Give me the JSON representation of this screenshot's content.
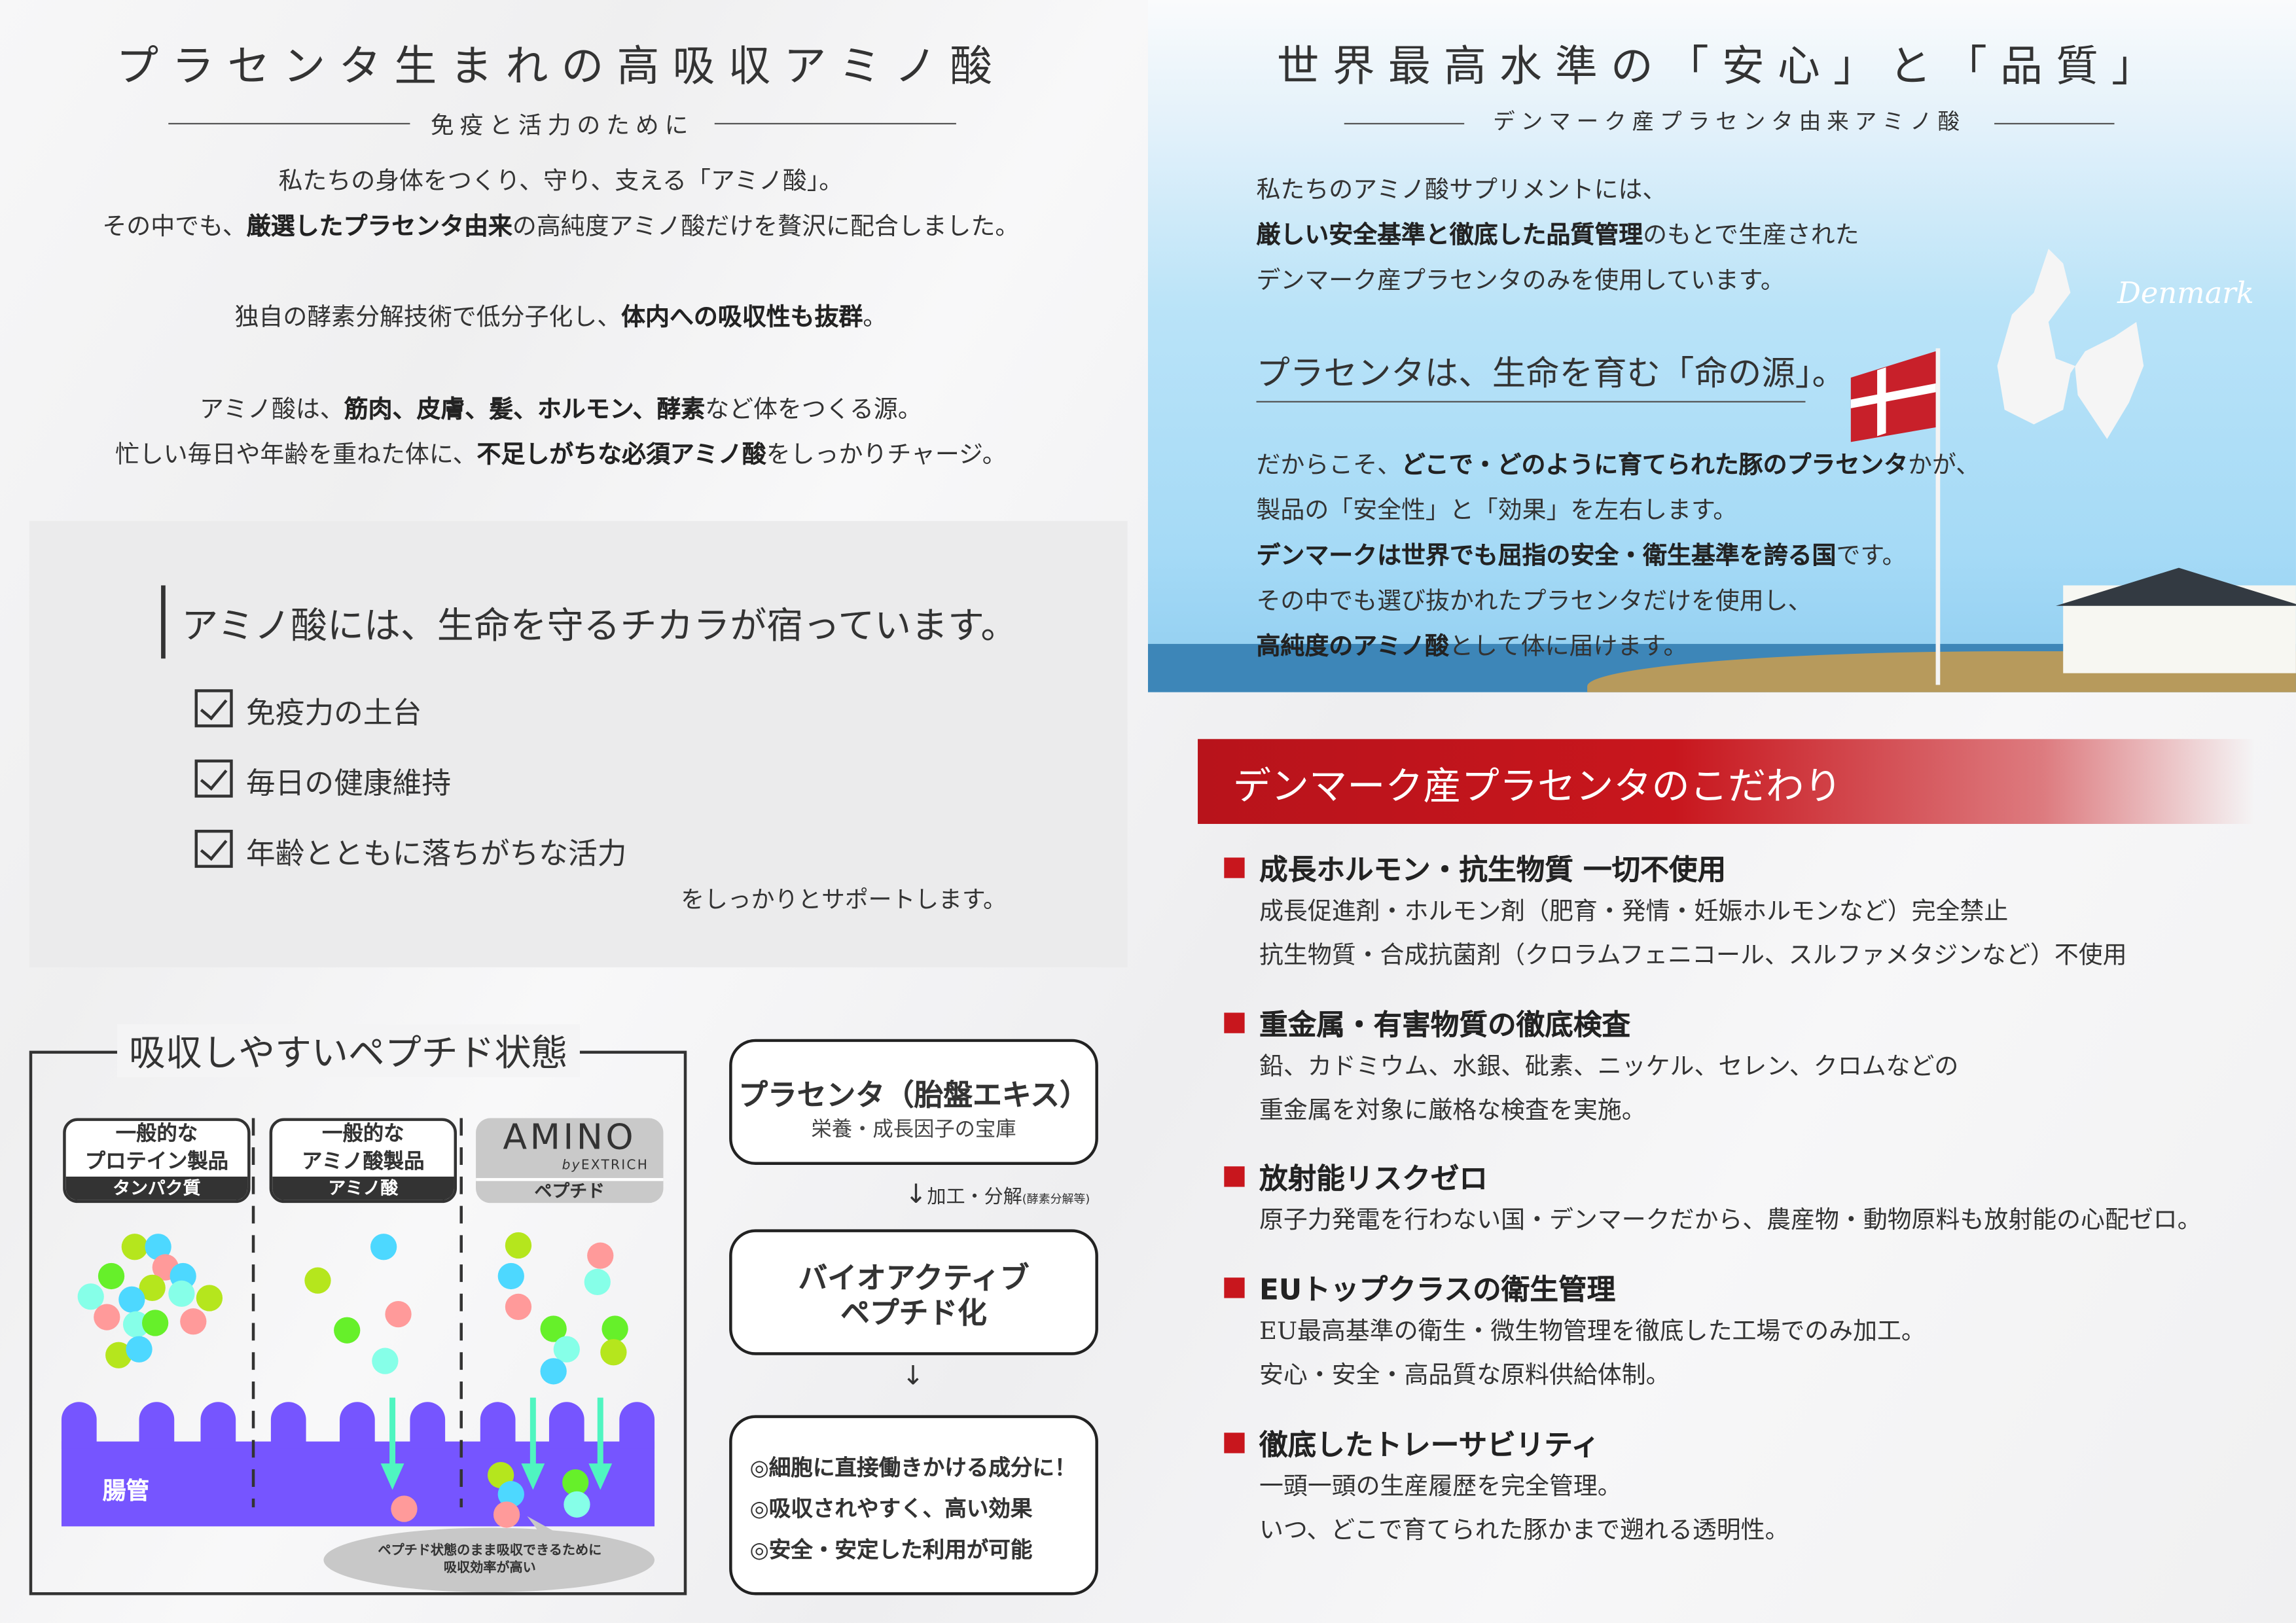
{
  "left": {
    "title": "プラセンタ生まれの高吸収アミノ酸",
    "subtitle": "免疫と活力のために",
    "p1": [
      "私たちの身体をつくり、守り、支える「アミノ酸」。"
    ],
    "p2": {
      "a": "その中でも、",
      "b": "厳選したプラセンタ由来",
      "c": "の高純度アミノ酸だけを贅沢に配合しました。"
    },
    "p3": {
      "a": "独自の酵素分解技術で低分子化し、",
      "b": "体内への吸収性も抜群",
      "c": "。"
    },
    "p4": {
      "a": "アミノ酸は、",
      "b": "筋肉、皮膚、髪、ホルモン、酵素",
      "c": "など体をつくる源。"
    },
    "p5": {
      "a": "忙しい毎日や年齢を重ねた体に、",
      "b": "不足しがちな必須アミノ酸",
      "c": "をしっかりチャージ。"
    },
    "box": {
      "heading": "アミノ酸には、生命を守るチカラが宿っています。",
      "checks": [
        "免疫力の土台",
        "毎日の健康維持",
        "年齢とともに落ちがちな活力"
      ],
      "support": "をしっかりとサポートします。"
    },
    "diagram": {
      "title": "吸収しやすいペプチド状態",
      "col1": {
        "l1": "一般的な",
        "l2": "プロテイン製品",
        "label": "タンパク質"
      },
      "col2": {
        "l1": "一般的な",
        "l2": "アミノ酸製品",
        "label": "アミノ酸"
      },
      "col3": {
        "brand": "AMINO",
        "by": "by",
        "brand_sub": "EXTRICH",
        "label": "ペプチド"
      },
      "gut": "腸管",
      "bubble": [
        "ペプチド状態のまま吸収できるために",
        "吸収効率が高い"
      ],
      "colors": {
        "gut": "#7655ff",
        "arrow": "#4ff5c0",
        "lime": "#b5e61d",
        "green": "#66f02a",
        "cyan": "#4dd8ff",
        "mint": "#86ffe8",
        "pink": "#ff9a9a"
      }
    },
    "flow": {
      "box1_title": "プラセンタ（胎盤エキス）",
      "box1_sub": "栄養・成長因子の宝庫",
      "step1": "加工・分解",
      "step1_note": "(酵素分解等)",
      "box2_l1": "バイオアクティブ",
      "box2_l2": "ペプチド化",
      "box3": [
        "◎細胞に直接働きかける成分に！",
        "◎吸収されやすく、高い効果",
        "◎安全・安定した利用が可能"
      ]
    }
  },
  "right": {
    "title": "世界最高水準の「安心」と「品質」",
    "subtitle": "デンマーク産プラセンタ由来アミノ酸",
    "p1": "私たちのアミノ酸サプリメントには、",
    "p2": {
      "b": "厳しい安全基準と徹底した品質管理",
      "c": "のもとで生産された"
    },
    "p3": "デンマーク産プラセンタのみを使用しています。",
    "heading": "プラセンタは、生命を育む「命の源」。",
    "p4": {
      "a": "だからこそ、",
      "b": "どこで・どのように育てられた豚のプラセンタ",
      "c": "かが、"
    },
    "p5": "製品の「安全性」と「効果」を左右します。",
    "p6": {
      "b": "デンマークは世界でも屈指の安全・衛生基準を誇る国",
      "c": "です。"
    },
    "p7": "その中でも選び抜かれたプラセンタだけを使用し、",
    "p8": {
      "b": "高純度のアミノ酸",
      "c": "として体に届けます。"
    },
    "map_label": "Denmark",
    "banner": "デンマーク産プラセンタのこだわり",
    "items": [
      {
        "title": "成長ホルモン・抗生物質 一切不使用",
        "lines": [
          "成長促進剤・ホルモン剤（肥育・発情・妊娠ホルモンなど）完全禁止",
          "抗生物質・合成抗菌剤（クロラムフェニコール、スルファメタジンなど）不使用"
        ]
      },
      {
        "title": "重金属・有害物質の徹底検査",
        "lines": [
          "鉛、カドミウム、水銀、砒素、ニッケル、セレン、クロムなどの",
          "重金属を対象に厳格な検査を実施。"
        ]
      },
      {
        "title": "放射能リスクゼロ",
        "lines": [
          "原子力発電を行わない国・デンマークだから、農産物・動物原料も放射能の心配ゼロ。"
        ]
      },
      {
        "title": "EUトップクラスの衛生管理",
        "lines": [
          "EU最高基準の衛生・微生物管理を徹底した工場でのみ加工。",
          "安心・安全・高品質な原料供給体制。"
        ]
      },
      {
        "title": "徹底したトレーサビリティ",
        "lines": [
          "一頭一頭の生産履歴を完全管理。",
          "いつ、どこで育てられた豚かまで遡れる透明性。"
        ]
      }
    ],
    "colors": {
      "accent": "#c8161d",
      "sky": "#a9dcf5"
    }
  }
}
